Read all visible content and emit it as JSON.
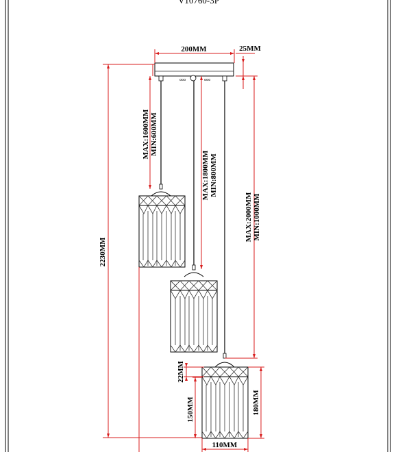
{
  "drawing": {
    "model": "V10760-3P",
    "canopy_width": "200MM",
    "canopy_height": "25MM",
    "pendant_1_length": [
      "MAX:1600MM",
      "MIN:600MM"
    ],
    "pendant_2_length": [
      "MAX:1800MM",
      "MIN:800MM"
    ],
    "pendant_3_length": [
      "MAX:2000MM",
      "MIN:1000MM"
    ],
    "overall_height": "2230MM",
    "crown_height": "22MM",
    "prism_height": "150MM",
    "shade_height": "180MM",
    "shade_width": "110MM"
  },
  "colors": {
    "dimension_line": "#d81e1e",
    "outline": "#000000"
  }
}
